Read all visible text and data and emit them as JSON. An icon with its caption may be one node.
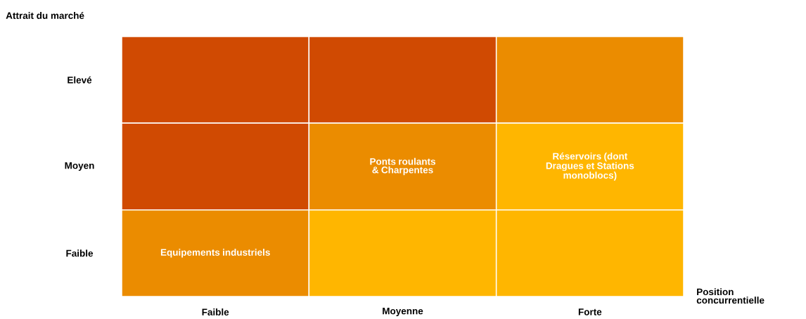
{
  "diagram": {
    "nodes": [
      {
        "text": [],
        "shape": "box"
      },
      {
        "text": [],
        "shape": "box"
      },
      {
        "text": [],
        "shape": "box"
      },
      {
        "text": [],
        "shape": "box"
      },
      {
        "text": [
          "Ponts roulants & Charpentes"
        ]
      },
      {
        "text": [
          "Réservoirs (dont Dragues et Stations monoblocs)"
        ]
      },
      {
        "text": [
          "Equipements industriels"
        ]
      },
      {
        "text": [],
        "shape": "box"
      },
      {
        "text": [],
        "shape": "box"
      }
    ],
    "labels": [
      "Attrait du marché",
      "Elevé",
      "Moyen",
      "Faible",
      "Faible",
      "Moyenne",
      "Forte",
      "Position concurrentielle"
    ]
  }
}
